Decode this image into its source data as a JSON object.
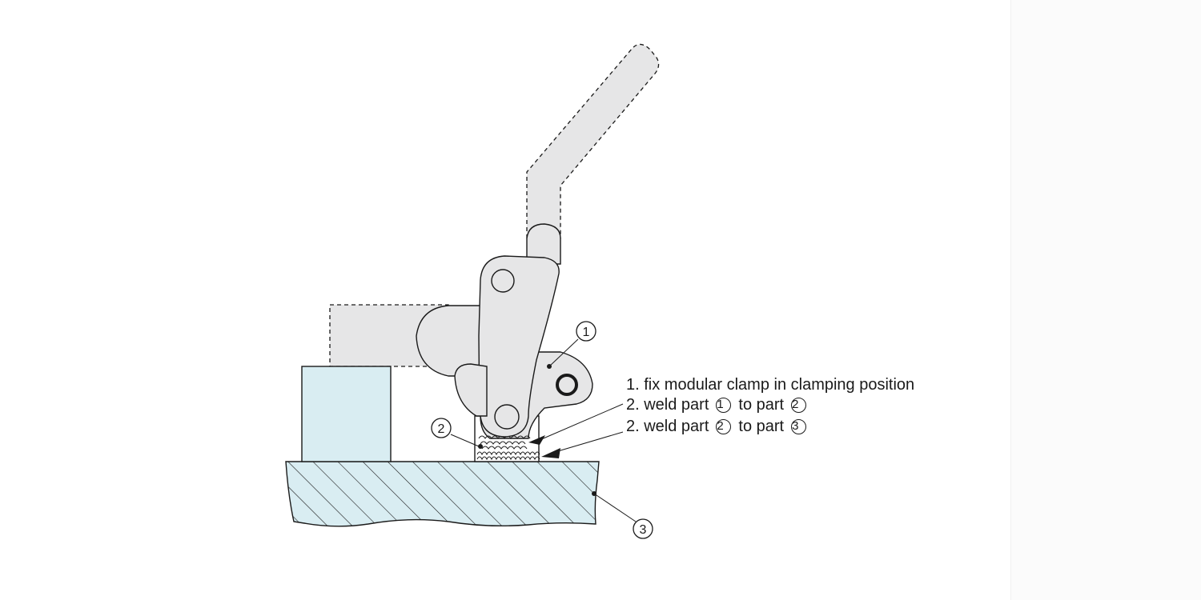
{
  "colors": {
    "clamp_fill": "#e6e6e7",
    "part_fill": "#d9edf2",
    "outline": "#1a1a1a",
    "background": "#ffffff"
  },
  "diagram": {
    "callouts": [
      {
        "id": "part-1",
        "label": "1"
      },
      {
        "id": "part-2",
        "label": "2"
      },
      {
        "id": "part-3",
        "label": "3"
      }
    ]
  },
  "instructions": {
    "step1": {
      "text": "1. fix modular clamp in clamping position"
    },
    "step2": {
      "prefix": "2. weld part",
      "ref_a": "1",
      "middle": "to part",
      "ref_b": "2"
    },
    "step3": {
      "prefix": "2. weld part",
      "ref_a": "2",
      "middle": "to part",
      "ref_b": "3"
    }
  }
}
